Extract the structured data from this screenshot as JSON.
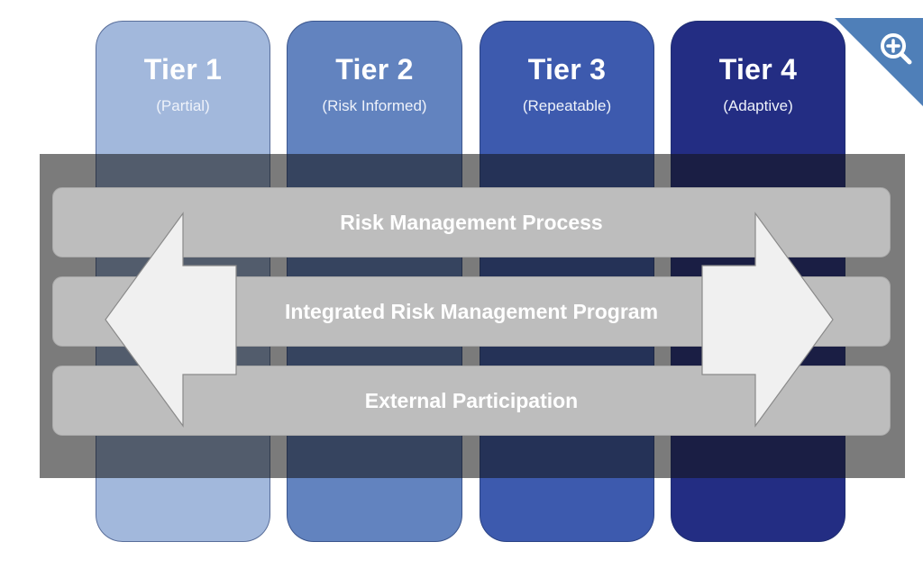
{
  "tiers": [
    {
      "title": "Tier 1",
      "subtitle": "(Partial)",
      "color": "#a2b8dc"
    },
    {
      "title": "Tier 2",
      "subtitle": "(Risk Informed)",
      "color": "#6283bf"
    },
    {
      "title": "Tier 3",
      "subtitle": "(Repeatable)",
      "color": "#3d5aae"
    },
    {
      "title": "Tier 4",
      "subtitle": "(Adaptive)",
      "color": "#232d83"
    }
  ],
  "bars": [
    {
      "label": "Risk Management Process"
    },
    {
      "label": "Integrated Risk Management Program"
    },
    {
      "label": "External Participation"
    }
  ],
  "arrow": {
    "direction": "bidirectional",
    "fill": "#f0f0f0"
  },
  "zoom": {
    "icon": "zoom-in-icon",
    "accent": "#4f7fb8"
  }
}
